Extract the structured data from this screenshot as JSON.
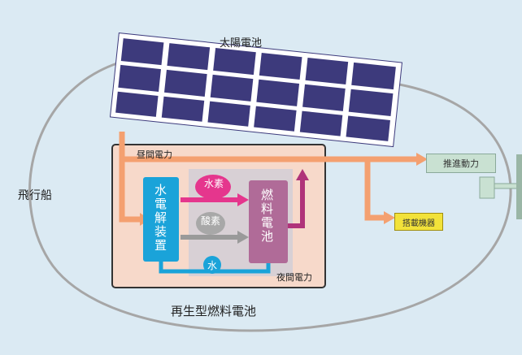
{
  "labels": {
    "solar_array": "太陽電池",
    "airship": "飛行船",
    "regenerative_fuel_cell": "再生型燃料電池",
    "daytime_power": "昼間電力",
    "nighttime_power": "夜間電力",
    "electrolyzer": "水電解装置",
    "fuel_cell": "燃料電池",
    "hydrogen": "水素",
    "oxygen": "酸素",
    "water": "水",
    "propulsion": "推進動力",
    "mission_equipment": "搭載機器"
  },
  "colors": {
    "background": "#dbeaf3",
    "panel_cell": "#3d3a7c",
    "panel_frame": "#ffffff",
    "flow_orange": "#f4a070",
    "electrolyzer_blue": "#1aa3d9",
    "fuel_cell_mauve": "#b06b98",
    "hydrogen_magenta": "#e5368d",
    "oxygen_gray": "#9a9a9a",
    "mission_yellow": "#f2e23a",
    "propulsion_green": "#c9e1d2"
  }
}
